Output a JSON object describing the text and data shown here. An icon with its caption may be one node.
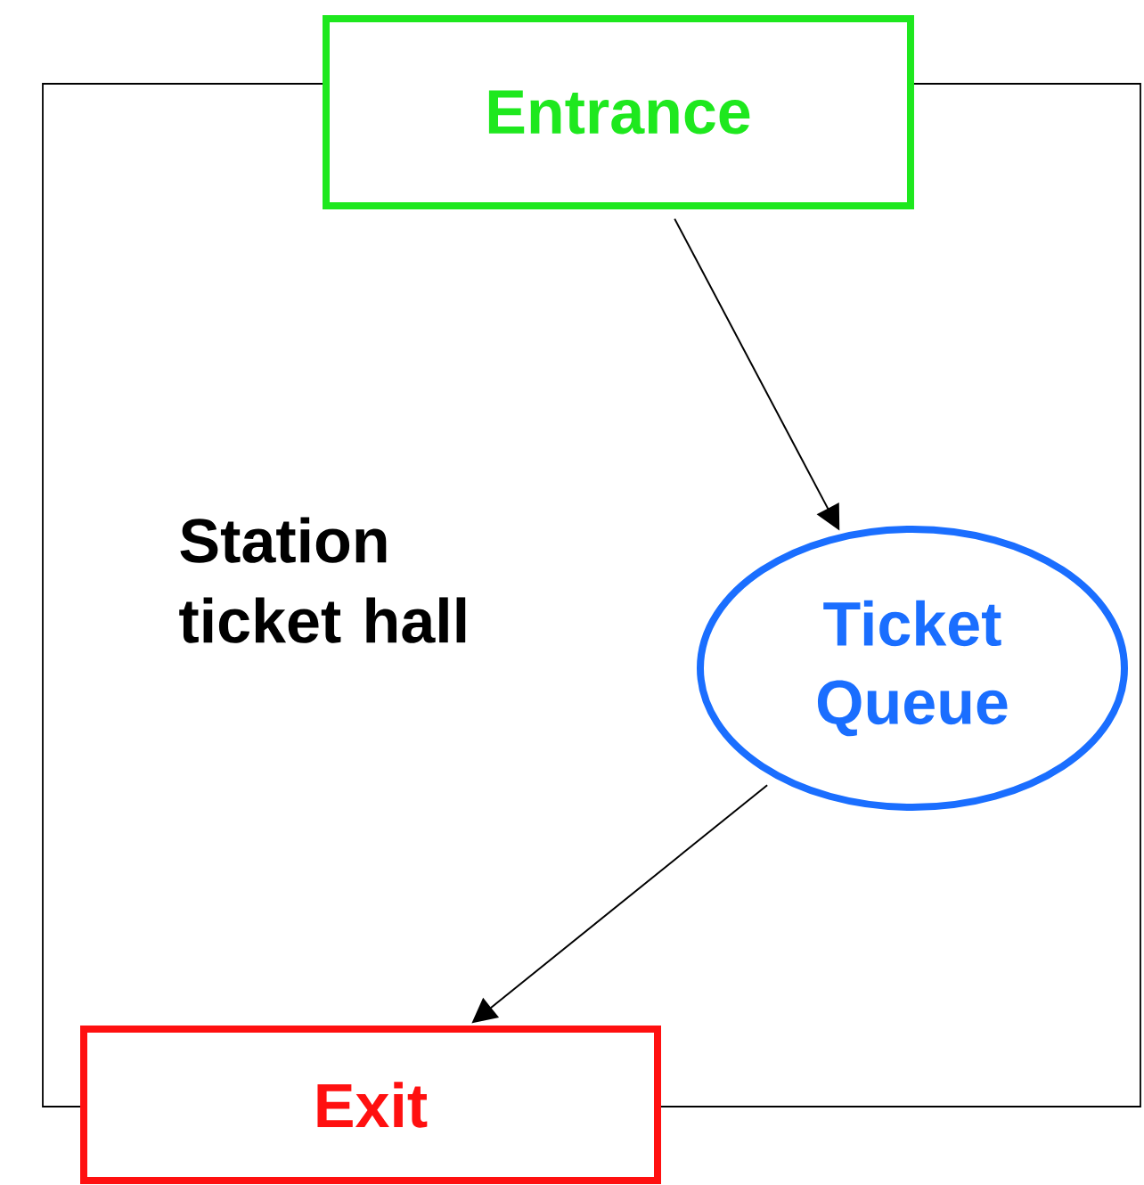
{
  "diagram": {
    "nodes": [
      {
        "text": [
          "Station ticket hall"
        ]
      },
      {
        "text": [
          "Entrance"
        ]
      },
      {
        "text": [
          "Ticket Queue"
        ],
        "in": 0
      },
      {
        "text": [
          "Exit"
        ]
      }
    ],
    "edges": [
      {
        "from": 1,
        "to": 2,
        "arrow": "to"
      },
      {
        "from": 2,
        "to": 3,
        "arrow": "to"
      }
    ]
  }
}
